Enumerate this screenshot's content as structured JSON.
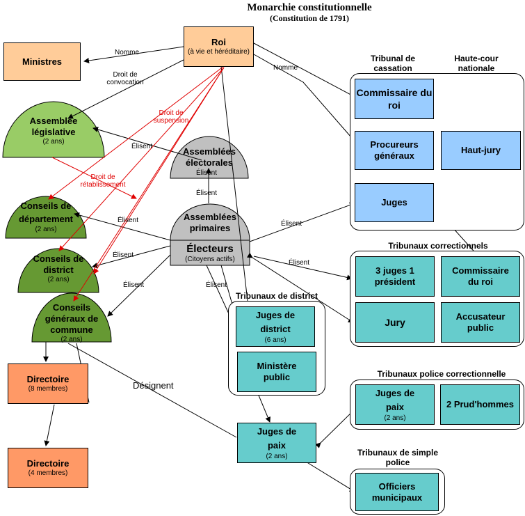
{
  "title": "Monarchie constitutionnelle",
  "subtitle": "(Constitution de 1791)",
  "colors": {
    "royal": "#ffcc99",
    "legislative": "#99cc66",
    "dark_green": "#669933",
    "grey": "#c0c0c0",
    "light_blue": "#99ccff",
    "teal": "#66cccc",
    "orange": "#ff9966",
    "red_line": "#ff0000"
  },
  "nodes": {
    "roi": {
      "title": "Roi",
      "sub": "(à vie et héréditaire)"
    },
    "ministres": {
      "title": "Ministres"
    },
    "assemblee_legislative": {
      "title": "Assemblée législative",
      "sub": "(2 ans)"
    },
    "assemblees_electorales": {
      "title": "Assemblées électorales"
    },
    "assemblees_primaires": {
      "title": "Assemblées primaires"
    },
    "electeurs": {
      "title": "Électeurs",
      "sub": "(Citoyens actifs)"
    },
    "conseils_departement": {
      "title": "Conseils de département",
      "sub": "(2 ans)"
    },
    "conseils_district": {
      "title": "Conseils de district",
      "sub": "(2 ans)"
    },
    "conseils_commune": {
      "title": "Conseils généraux de commune",
      "sub": "(2 ans)"
    },
    "directoire_8": {
      "title": "Directoire",
      "sub": "(8 membres)"
    },
    "directoire_4": {
      "title": "Directoire",
      "sub": "(4 membres)"
    },
    "commissaire_roi_cassation": {
      "title": "Commissaire du roi"
    },
    "procureurs_generaux": {
      "title": "Procureurs généraux"
    },
    "juges_cassation": {
      "title": "Juges"
    },
    "haut_jury": {
      "title": "Haut-jury"
    },
    "trois_juges": {
      "title": "3 juges 1 président"
    },
    "commissaire_roi_correctionnel": {
      "title": "Commissaire du roi"
    },
    "jury": {
      "title": "Jury"
    },
    "accusateur_public": {
      "title": "Accusateur public"
    },
    "juges_district": {
      "title": "Juges de district",
      "sub": "(6 ans)"
    },
    "ministere_public": {
      "title": "Ministère public"
    },
    "juges_paix_police": {
      "title": "Juges de paix",
      "sub": "(2 ans)"
    },
    "prudhommes": {
      "title": "2 Prud'hommes"
    },
    "juges_paix": {
      "title": "Juges de paix",
      "sub": "(2 ans)"
    },
    "officiers_municipaux": {
      "title": "Officiers municipaux"
    }
  },
  "groups": {
    "tribunal_cassation": "Tribunal de cassation",
    "haute_cour": "Haute-cour nationale",
    "tribunaux_correctionnels": "Tribunaux correctionnels",
    "tribunaux_district": "Tribunaux de district",
    "tribunaux_police_correctionnelle": "Tribunaux police correctionnelle",
    "tribunaux_simple_police": "Tribunaux de simple police"
  },
  "edge_labels": {
    "nomme_ministres": "Nomme",
    "droit_convocation": "Droit de convocation",
    "nomme_cassation": "Nomme",
    "droit_suspension": "Droit de suspension",
    "droit_retablissement": "Droit de rétablissement",
    "elisent_legislative": "Élisent",
    "elisent_electorales": "Élisent",
    "elisent_primaires": "Élisent",
    "elisent_departement": "Élisent",
    "elisent_district": "Élisent",
    "elisent_commune": "Élisent",
    "elisent_juges": "Élisent",
    "elisent_correctionnels": "Élisent",
    "elisent_district_trib": "Élisent",
    "designent": "Désignent"
  }
}
